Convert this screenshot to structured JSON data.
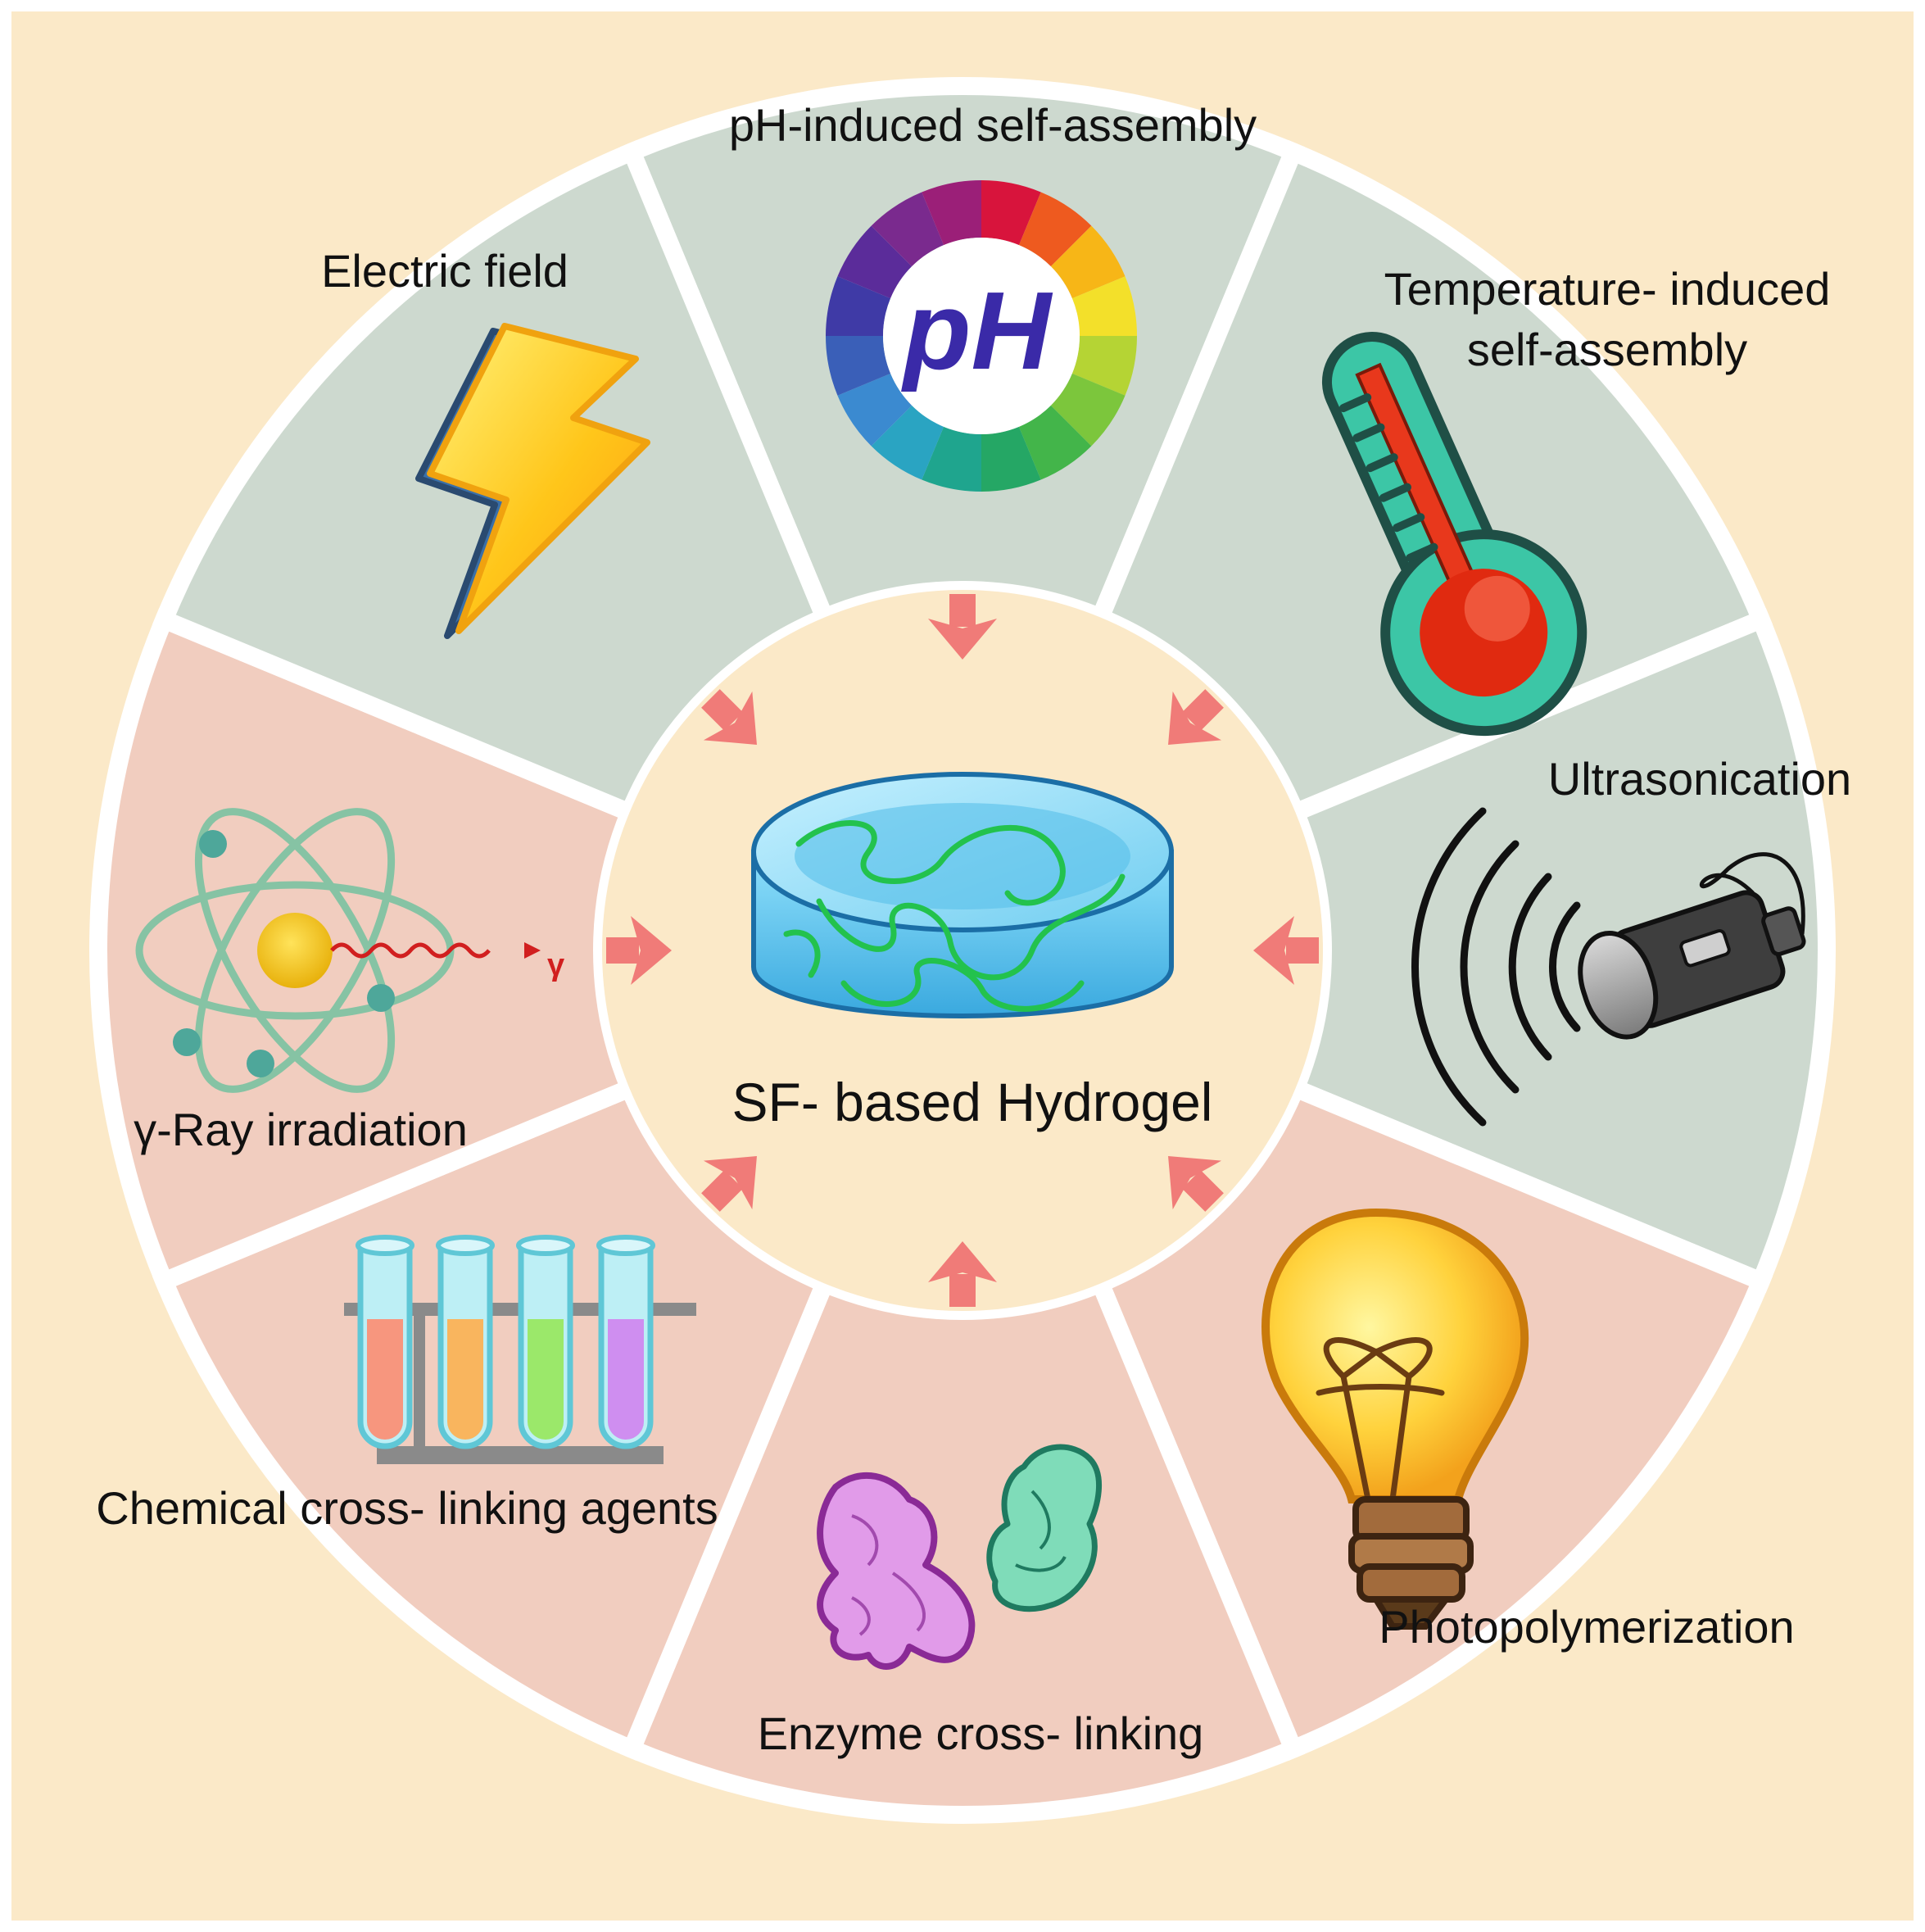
{
  "center": {
    "label": "SF- based Hydrogel"
  },
  "segments": [
    {
      "id": "ph",
      "label": "pH-induced self-assembly",
      "icon": "ph-wheel-icon",
      "icon_text": "pH",
      "tint": "#cdd9cf"
    },
    {
      "id": "temperature",
      "label_lines": [
        "Temperature- induced",
        "self-assembly"
      ],
      "icon": "thermometer-icon",
      "tint": "#cdd9cf"
    },
    {
      "id": "ultrasonication",
      "label": "Ultrasonication",
      "icon": "ultrasound-probe-icon",
      "tint": "#cdd9cf"
    },
    {
      "id": "photopolymerization",
      "label": "Photopolymerization",
      "icon": "light-bulb-icon",
      "tint": "#f1cdbf"
    },
    {
      "id": "enzyme",
      "label": "Enzyme cross- linking",
      "icon": "enzyme-proteins-icon",
      "tint": "#f1cdbf"
    },
    {
      "id": "chemical",
      "label": "Chemical cross- linking agents",
      "icon": "test-tubes-icon",
      "tint": "#f1cdbf"
    },
    {
      "id": "gamma",
      "label": "γ-Ray irradiation",
      "icon": "atom-gamma-icon",
      "icon_text": "γ",
      "tint": "#f1cdbf"
    },
    {
      "id": "electric",
      "label": "Electric field",
      "icon": "lightning-bolt-icon",
      "tint": "#cdd9cf"
    }
  ],
  "colors": {
    "background": "#fbe9c8",
    "border": "#ffffff",
    "arrow": "#f07b78",
    "hydrogel": "#63c6ec",
    "polymer_chain": "#2ec45a"
  }
}
